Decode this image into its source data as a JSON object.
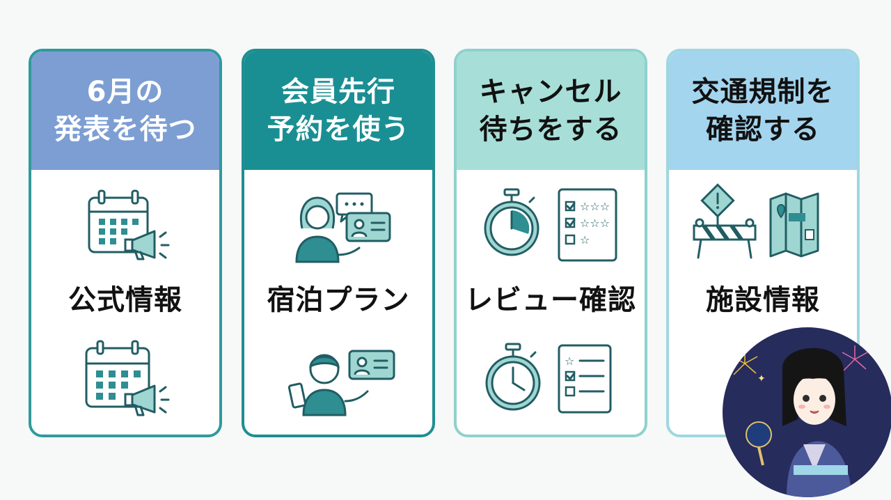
{
  "cards": [
    {
      "header_line1": "6月の",
      "header_line2": "発表を待つ",
      "label": "公式情報",
      "icons": [
        "calendar-megaphone-icon",
        "calendar-megaphone-icon"
      ]
    },
    {
      "header_line1": "会員先行",
      "header_line2": "予約を使う",
      "label": "宿泊プラン",
      "icons": [
        "person-chat-idcard-icon",
        "person-phone-idcard-icon"
      ]
    },
    {
      "header_line1": "キャンセル",
      "header_line2": "待ちをする",
      "label": "レビュー確認",
      "icons": [
        "stopwatch-rating-checklist-icon",
        "stopwatch-checklist-icon"
      ]
    },
    {
      "header_line1": "交通規制を",
      "header_line2": "確認する",
      "label": "施設情報",
      "icons": [
        "warning-sign-barrier-icon",
        "map-icon"
      ]
    }
  ],
  "colors": {
    "card1_header": "#7d9ed3",
    "card2_header": "#1a8f93",
    "card3_header": "#a7dfd8",
    "card4_header": "#a4d5ef",
    "icon_stroke": "#215d63",
    "icon_fill": "#9fd6d2"
  },
  "mascot": "yukata-girl-fireworks-illustration"
}
